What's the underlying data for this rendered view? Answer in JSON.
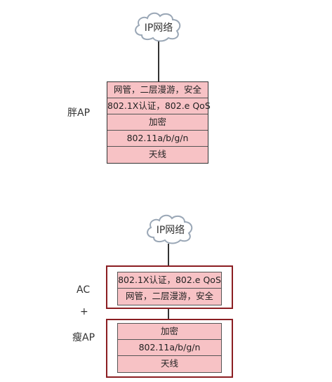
{
  "top": {
    "cloud_label": "IP网络",
    "side_label": "胖AP",
    "layers": [
      "网管，二层漫游，安全",
      "802.1X认证，802.e QoS",
      "加密",
      "802.11a/b/g/n",
      "天线"
    ]
  },
  "bottom": {
    "cloud_label": "IP网络",
    "label_ac": "AC",
    "label_plus": "+",
    "label_thin": "瘦AP",
    "ac_layers": [
      "802.1X认证，802.e QoS",
      "网管，二层漫游，安全"
    ],
    "ap_layers": [
      "加密",
      "802.11a/b/g/n",
      "天线"
    ]
  }
}
